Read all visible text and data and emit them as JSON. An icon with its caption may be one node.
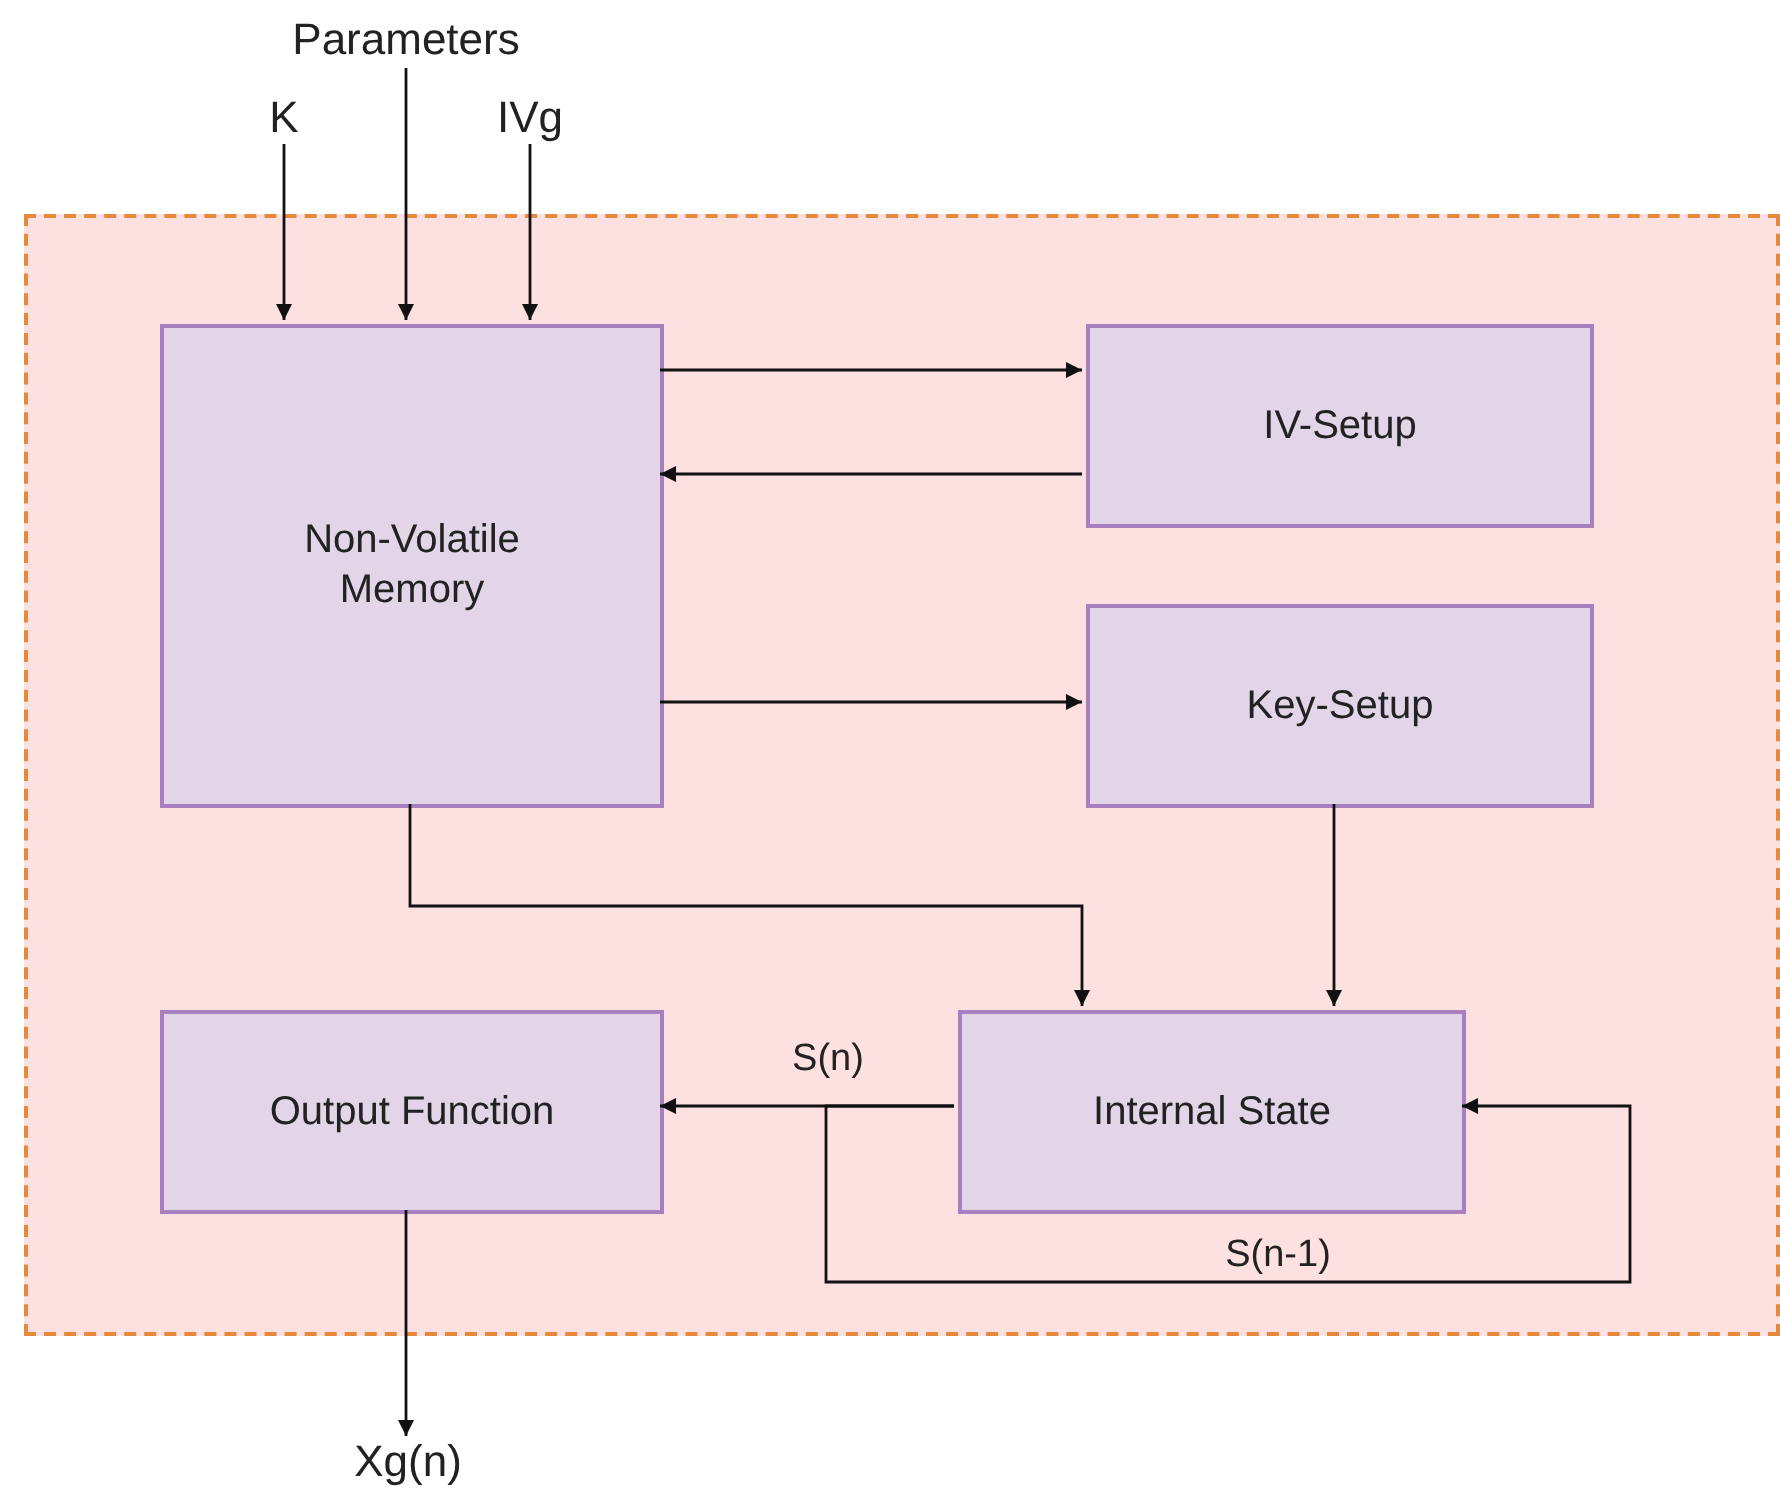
{
  "diagram": {
    "nodes": [
      {
        "text": [],
        "shape": "box"
      },
      {
        "text": [
          "Parameters"
        ]
      },
      {
        "text": [
          "K"
        ]
      },
      {
        "text": [
          "IVg"
        ]
      },
      {
        "text": [
          "Non-Volatile Memory"
        ],
        "in": 0
      },
      {
        "text": [
          "IV-Setup"
        ],
        "in": 0
      },
      {
        "text": [
          "Key-Setup"
        ],
        "in": 0
      },
      {
        "text": [
          "Output Function"
        ],
        "in": 0
      },
      {
        "text": [
          "Internal State"
        ],
        "in": 0
      },
      {
        "text": [
          "Xg(n)"
        ]
      }
    ],
    "edges": [
      {
        "from": 2,
        "to": 4,
        "arrow": "to"
      },
      {
        "from": 1,
        "to": 4,
        "arrow": "to"
      },
      {
        "from": 3,
        "to": 4,
        "arrow": "to"
      },
      {
        "from": 4,
        "to": 5,
        "arrow": "to"
      },
      {
        "from": 5,
        "to": 4,
        "arrow": "to"
      },
      {
        "from": 4,
        "to": 6,
        "arrow": "to"
      },
      {
        "from": 4,
        "to": 8,
        "arrow": "to"
      },
      {
        "from": 6,
        "to": 8,
        "arrow": "to"
      },
      {
        "from": 8,
        "to": 7,
        "arrow": "to",
        "label": "S(n)"
      },
      {
        "from": 8,
        "to": 8,
        "arrow": "to",
        "label": "S(n-1)"
      },
      {
        "from": 7,
        "to": 9,
        "arrow": "to"
      }
    ]
  }
}
